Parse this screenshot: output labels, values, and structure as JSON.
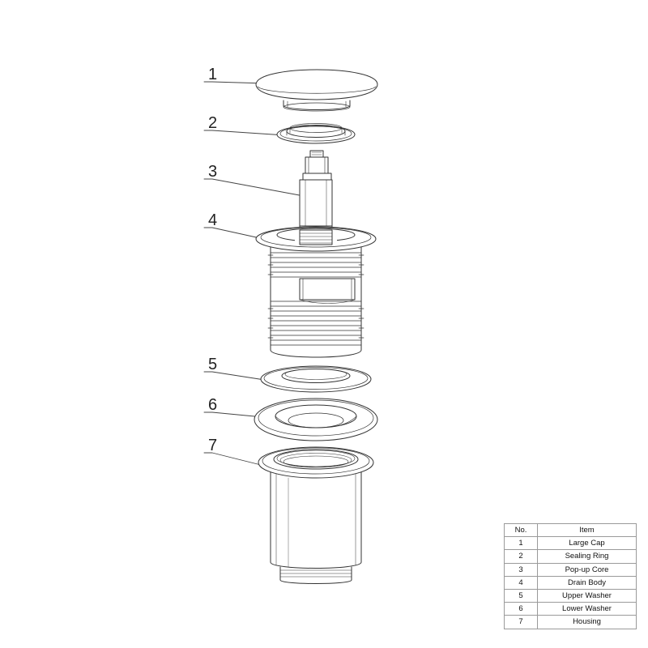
{
  "callouts": [
    "1",
    "2",
    "3",
    "4",
    "5",
    "6",
    "7"
  ],
  "table": {
    "headers": [
      "No.",
      "Item"
    ],
    "rows": [
      {
        "no": "1",
        "item": "Large Cap"
      },
      {
        "no": "2",
        "item": "Sealing Ring"
      },
      {
        "no": "3",
        "item": "Pop-up Core"
      },
      {
        "no": "4",
        "item": "Drain Body"
      },
      {
        "no": "5",
        "item": "Upper Washer"
      },
      {
        "no": "6",
        "item": "Lower Washer"
      },
      {
        "no": "7",
        "item": "Housing"
      }
    ]
  }
}
